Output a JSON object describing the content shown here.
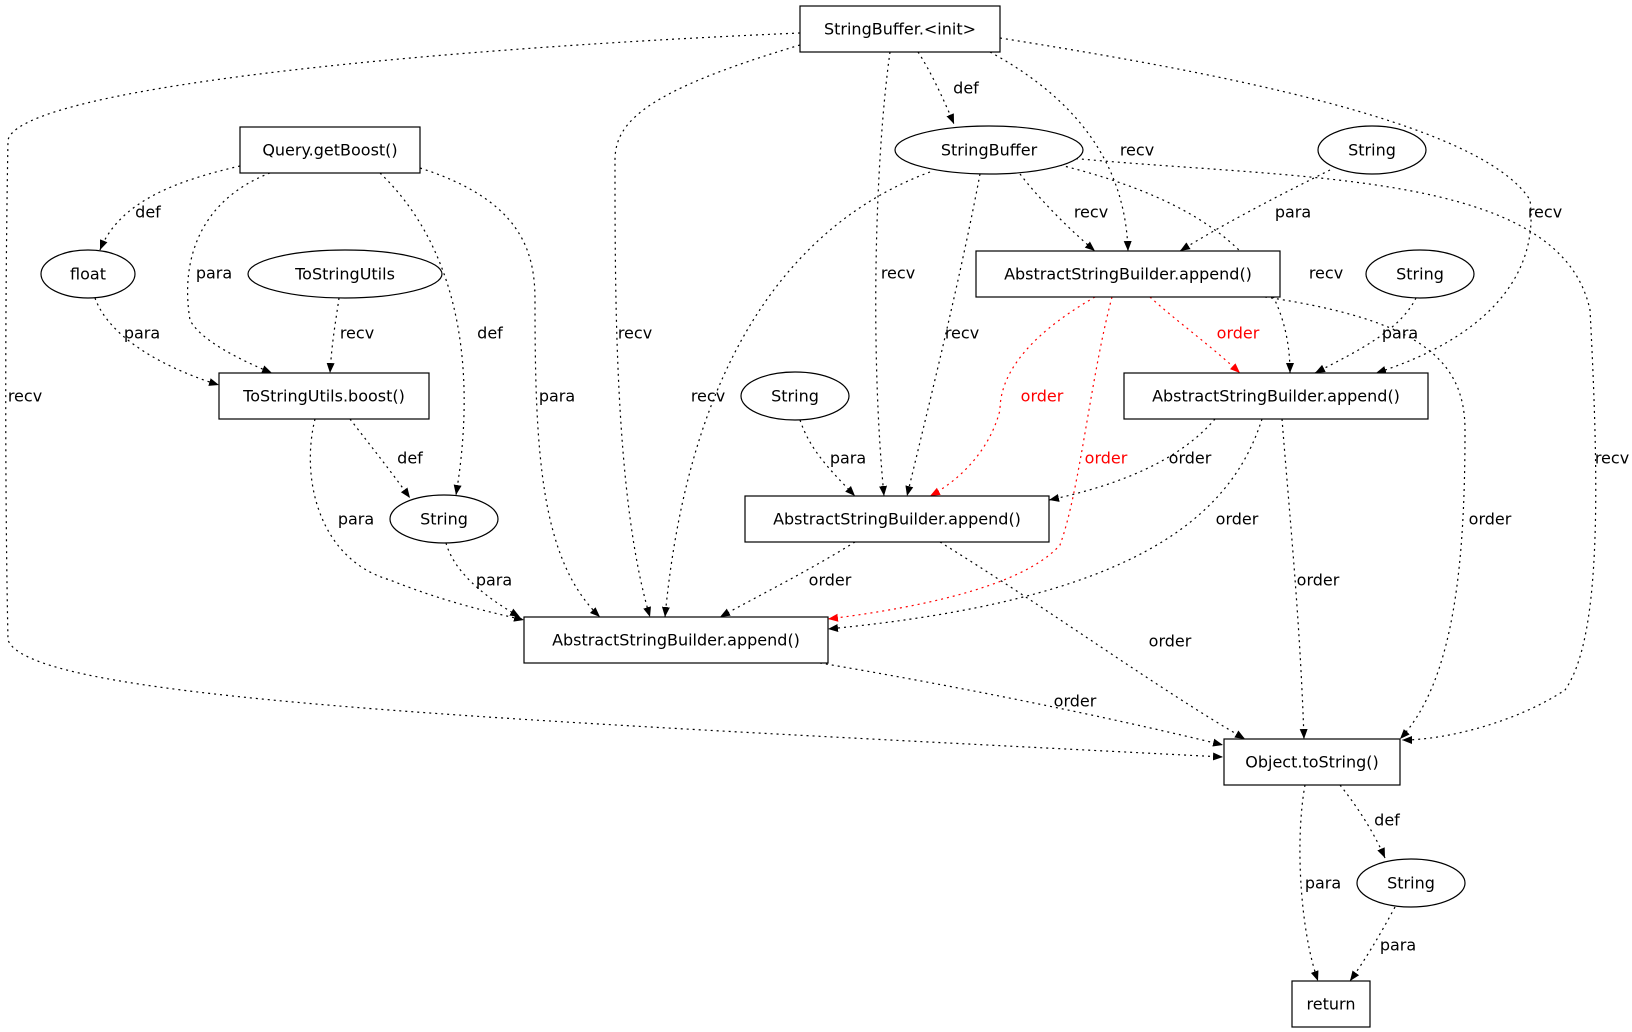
{
  "graph": {
    "nodes": [
      {
        "id": "n_sb_init",
        "label": "StringBuffer.<init>",
        "shape": "box"
      },
      {
        "id": "n_query_getboost",
        "label": "Query.getBoost()",
        "shape": "box"
      },
      {
        "id": "n_stringbuffer",
        "label": "StringBuffer",
        "shape": "ellipse"
      },
      {
        "id": "n_string_top",
        "label": "String",
        "shape": "ellipse"
      },
      {
        "id": "n_float",
        "label": "float",
        "shape": "ellipse"
      },
      {
        "id": "n_tostringutils",
        "label": "ToStringUtils",
        "shape": "ellipse"
      },
      {
        "id": "n_asb_append_1",
        "label": "AbstractStringBuilder.append()",
        "shape": "box"
      },
      {
        "id": "n_string_right",
        "label": "String",
        "shape": "ellipse"
      },
      {
        "id": "n_tostringutils_boost",
        "label": "ToStringUtils.boost()",
        "shape": "box"
      },
      {
        "id": "n_string_mid",
        "label": "String",
        "shape": "ellipse"
      },
      {
        "id": "n_asb_append_2",
        "label": "AbstractStringBuilder.append()",
        "shape": "box"
      },
      {
        "id": "n_string_left",
        "label": "String",
        "shape": "ellipse"
      },
      {
        "id": "n_asb_append_3",
        "label": "AbstractStringBuilder.append()",
        "shape": "box"
      },
      {
        "id": "n_asb_append_4",
        "label": "AbstractStringBuilder.append()",
        "shape": "box"
      },
      {
        "id": "n_object_tostring",
        "label": "Object.toString()",
        "shape": "box"
      },
      {
        "id": "n_string_bottom",
        "label": "String",
        "shape": "ellipse"
      },
      {
        "id": "n_return",
        "label": "return",
        "shape": "box"
      }
    ],
    "edges": [
      {
        "from": "n_sb_init",
        "to": "n_stringbuffer",
        "label": "def",
        "color": "#000000"
      },
      {
        "from": "n_sb_init",
        "to": "n_asb_append_1",
        "label": "recv",
        "color": "#000000"
      },
      {
        "from": "n_sb_init",
        "to": "n_asb_append_2",
        "label": "recv",
        "color": "#000000"
      },
      {
        "from": "n_sb_init",
        "to": "n_asb_append_3",
        "label": "recv",
        "color": "#000000"
      },
      {
        "from": "n_sb_init",
        "to": "n_asb_append_4",
        "label": "recv",
        "color": "#000000"
      },
      {
        "from": "n_sb_init",
        "to": "n_object_tostring",
        "label": "recv",
        "color": "#000000"
      },
      {
        "from": "n_stringbuffer",
        "to": "n_asb_append_1",
        "label": "recv",
        "color": "#000000"
      },
      {
        "from": "n_stringbuffer",
        "to": "n_asb_append_2",
        "label": "recv",
        "color": "#000000"
      },
      {
        "from": "n_stringbuffer",
        "to": "n_asb_append_3",
        "label": "recv",
        "color": "#000000"
      },
      {
        "from": "n_stringbuffer",
        "to": "n_asb_append_4",
        "label": "recv",
        "color": "#000000"
      },
      {
        "from": "n_stringbuffer",
        "to": "n_object_tostring",
        "label": "recv",
        "color": "#000000"
      },
      {
        "from": "n_string_top",
        "to": "n_asb_append_1",
        "label": "para",
        "color": "#000000"
      },
      {
        "from": "n_string_right",
        "to": "n_asb_append_2",
        "label": "para",
        "color": "#000000"
      },
      {
        "from": "n_query_getboost",
        "to": "n_float",
        "label": "def",
        "color": "#000000"
      },
      {
        "from": "n_query_getboost",
        "to": "n_tostringutils_boost",
        "label": "para",
        "color": "#000000"
      },
      {
        "from": "n_query_getboost",
        "to": "n_string_mid",
        "label": "def",
        "color": "#000000"
      },
      {
        "from": "n_query_getboost",
        "to": "n_asb_append_4",
        "label": "para",
        "color": "#000000"
      },
      {
        "from": "n_float",
        "to": "n_tostringutils_boost",
        "label": "para",
        "color": "#000000"
      },
      {
        "from": "n_tostringutils",
        "to": "n_tostringutils_boost",
        "label": "recv",
        "color": "#000000"
      },
      {
        "from": "n_tostringutils_boost",
        "to": "n_string_mid",
        "label": "def",
        "color": "#000000"
      },
      {
        "from": "n_tostringutils_boost",
        "to": "n_asb_append_4",
        "label": "para",
        "color": "#000000"
      },
      {
        "from": "n_string_mid",
        "to": "n_asb_append_4",
        "label": "para",
        "color": "#000000"
      },
      {
        "from": "n_string_left",
        "to": "n_asb_append_3",
        "label": "para",
        "color": "#000000"
      },
      {
        "from": "n_asb_append_1",
        "to": "n_asb_append_2",
        "label": "order",
        "color": "#ff0000"
      },
      {
        "from": "n_asb_append_1",
        "to": "n_asb_append_3",
        "label": "order",
        "color": "#ff0000"
      },
      {
        "from": "n_asb_append_1",
        "to": "n_asb_append_4",
        "label": "order",
        "color": "#ff0000"
      },
      {
        "from": "n_asb_append_1",
        "to": "n_object_tostring",
        "label": "order",
        "color": "#000000"
      },
      {
        "from": "n_asb_append_2",
        "to": "n_asb_append_3",
        "label": "order",
        "color": "#000000"
      },
      {
        "from": "n_asb_append_2",
        "to": "n_asb_append_4",
        "label": "order",
        "color": "#000000"
      },
      {
        "from": "n_asb_append_2",
        "to": "n_object_tostring",
        "label": "order",
        "color": "#000000"
      },
      {
        "from": "n_asb_append_3",
        "to": "n_asb_append_4",
        "label": "order",
        "color": "#000000"
      },
      {
        "from": "n_asb_append_3",
        "to": "n_object_tostring",
        "label": "order",
        "color": "#000000"
      },
      {
        "from": "n_asb_append_4",
        "to": "n_object_tostring",
        "label": "order",
        "color": "#000000"
      },
      {
        "from": "n_object_tostring",
        "to": "n_string_bottom",
        "label": "def",
        "color": "#000000"
      },
      {
        "from": "n_object_tostring",
        "to": "n_return",
        "label": "para",
        "color": "#000000"
      },
      {
        "from": "n_string_bottom",
        "to": "n_return",
        "label": "para",
        "color": "#000000"
      }
    ]
  }
}
